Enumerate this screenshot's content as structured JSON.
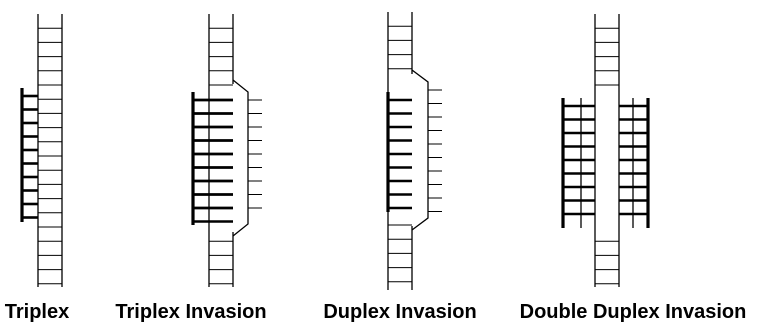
{
  "figure": {
    "stroke_color": "#000000",
    "background": "#ffffff",
    "panels": [
      {
        "id": "triplex",
        "caption": "Triplex"
      },
      {
        "id": "triplex-invasion",
        "caption": "Triplex Invasion"
      },
      {
        "id": "duplex-invasion",
        "caption": "Duplex Invasion"
      },
      {
        "id": "double-duplex-invasion",
        "caption": "Double Duplex Invasion"
      }
    ]
  }
}
